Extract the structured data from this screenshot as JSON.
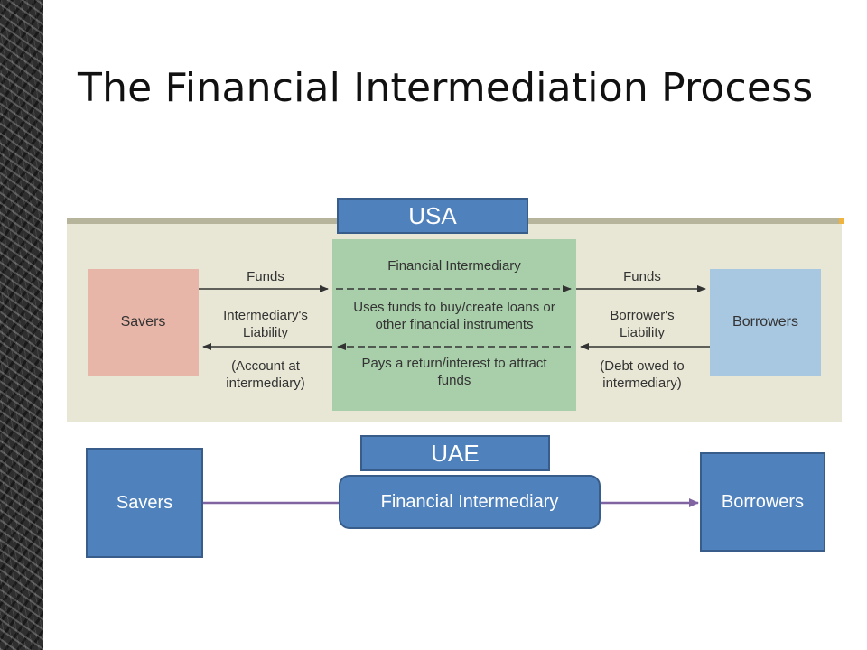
{
  "slide": {
    "title": "The Financial Intermediation Process"
  },
  "usa": {
    "tag": "USA",
    "savers": "Savers",
    "borrowers": "Borrowers",
    "fi_title": "Financial Intermediary",
    "fi_middle": "Uses funds to buy/create loans or other financial instruments",
    "fi_bottom": "Pays a return/interest to attract funds",
    "left_funds": "Funds",
    "left_liability": "Intermediary's Liability",
    "left_note": "(Account at intermediary)",
    "right_funds": "Funds",
    "right_liability": "Borrower's Liability",
    "right_note": "(Debt owed to intermediary)"
  },
  "uae": {
    "tag": "UAE",
    "savers": "Savers",
    "intermediary": "Financial Intermediary",
    "borrowers": "Borrowers"
  },
  "colors": {
    "tag_blue": "#4f81bd",
    "savers_pink": "#e7b6a8",
    "intermediary_green": "#a9cfaa",
    "borrowers_blue": "#a8c7e0",
    "flow_arrow_purple": "#8064a2"
  }
}
